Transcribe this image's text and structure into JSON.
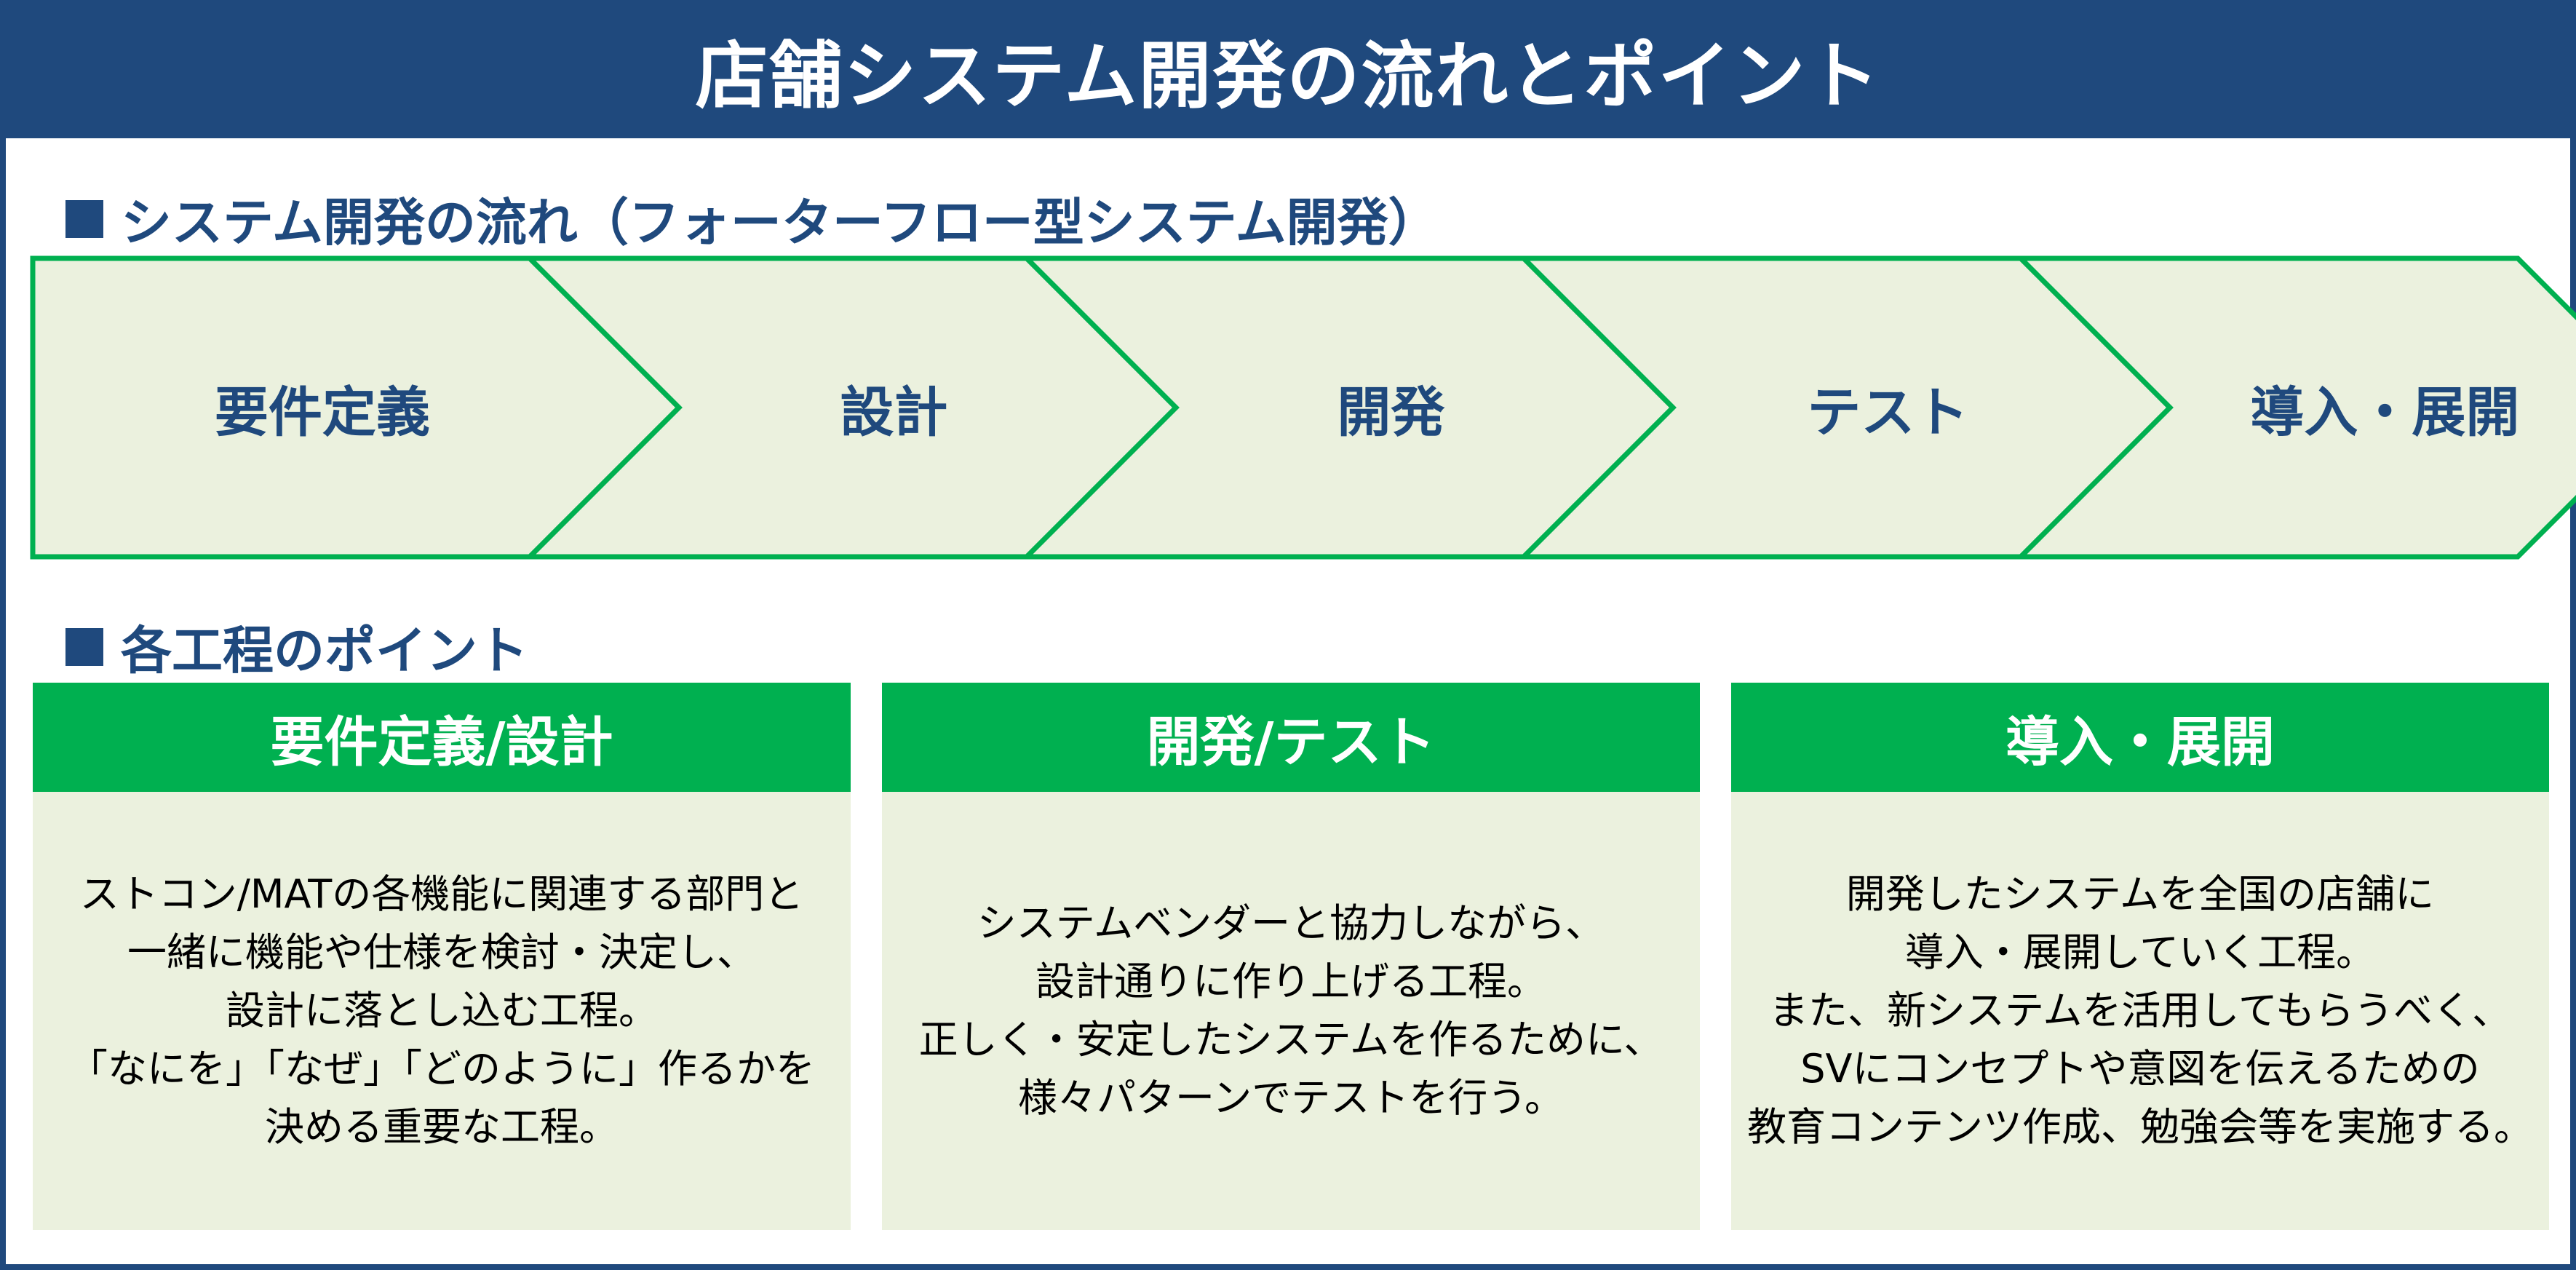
{
  "title": "店舗システム開発の流れとポイント",
  "colors": {
    "navy": "#1f497d",
    "green": "#00b050",
    "panel": "#ebf1de",
    "white": "#ffffff"
  },
  "flow_section": {
    "heading": "システム開発の流れ（フォーターフロー型システム開発）",
    "steps": [
      {
        "label": "要件定義"
      },
      {
        "label": "設計"
      },
      {
        "label": "開発"
      },
      {
        "label": "テスト"
      },
      {
        "label": "導入・展開"
      }
    ]
  },
  "points_section": {
    "heading": "各工程のポイント",
    "cards": [
      {
        "title": "要件定義/設計",
        "lines": [
          "ストコン/MATの各機能に関連する部門と",
          "一緒に機能や仕様を検討・決定し、",
          "設計に落とし込む工程。",
          "「なにを」「なぜ」「どのように」作るかを",
          "決める重要な工程。"
        ]
      },
      {
        "title": "開発/テスト",
        "lines": [
          "システムベンダーと協力しながら、",
          "設計通りに作り上げる工程。",
          "正しく・安定したシステムを作るために、",
          "様々パターンでテストを行う。"
        ]
      },
      {
        "title": "導入・展開",
        "lines": [
          "開発したシステムを全国の店舗に",
          "導入・展開していく工程。",
          "また、新システムを活用してもらうべく、",
          "SVにコンセプトや意図を伝えるための",
          "教育コンテンツ作成、勉強会等を実施する。"
        ]
      }
    ]
  }
}
